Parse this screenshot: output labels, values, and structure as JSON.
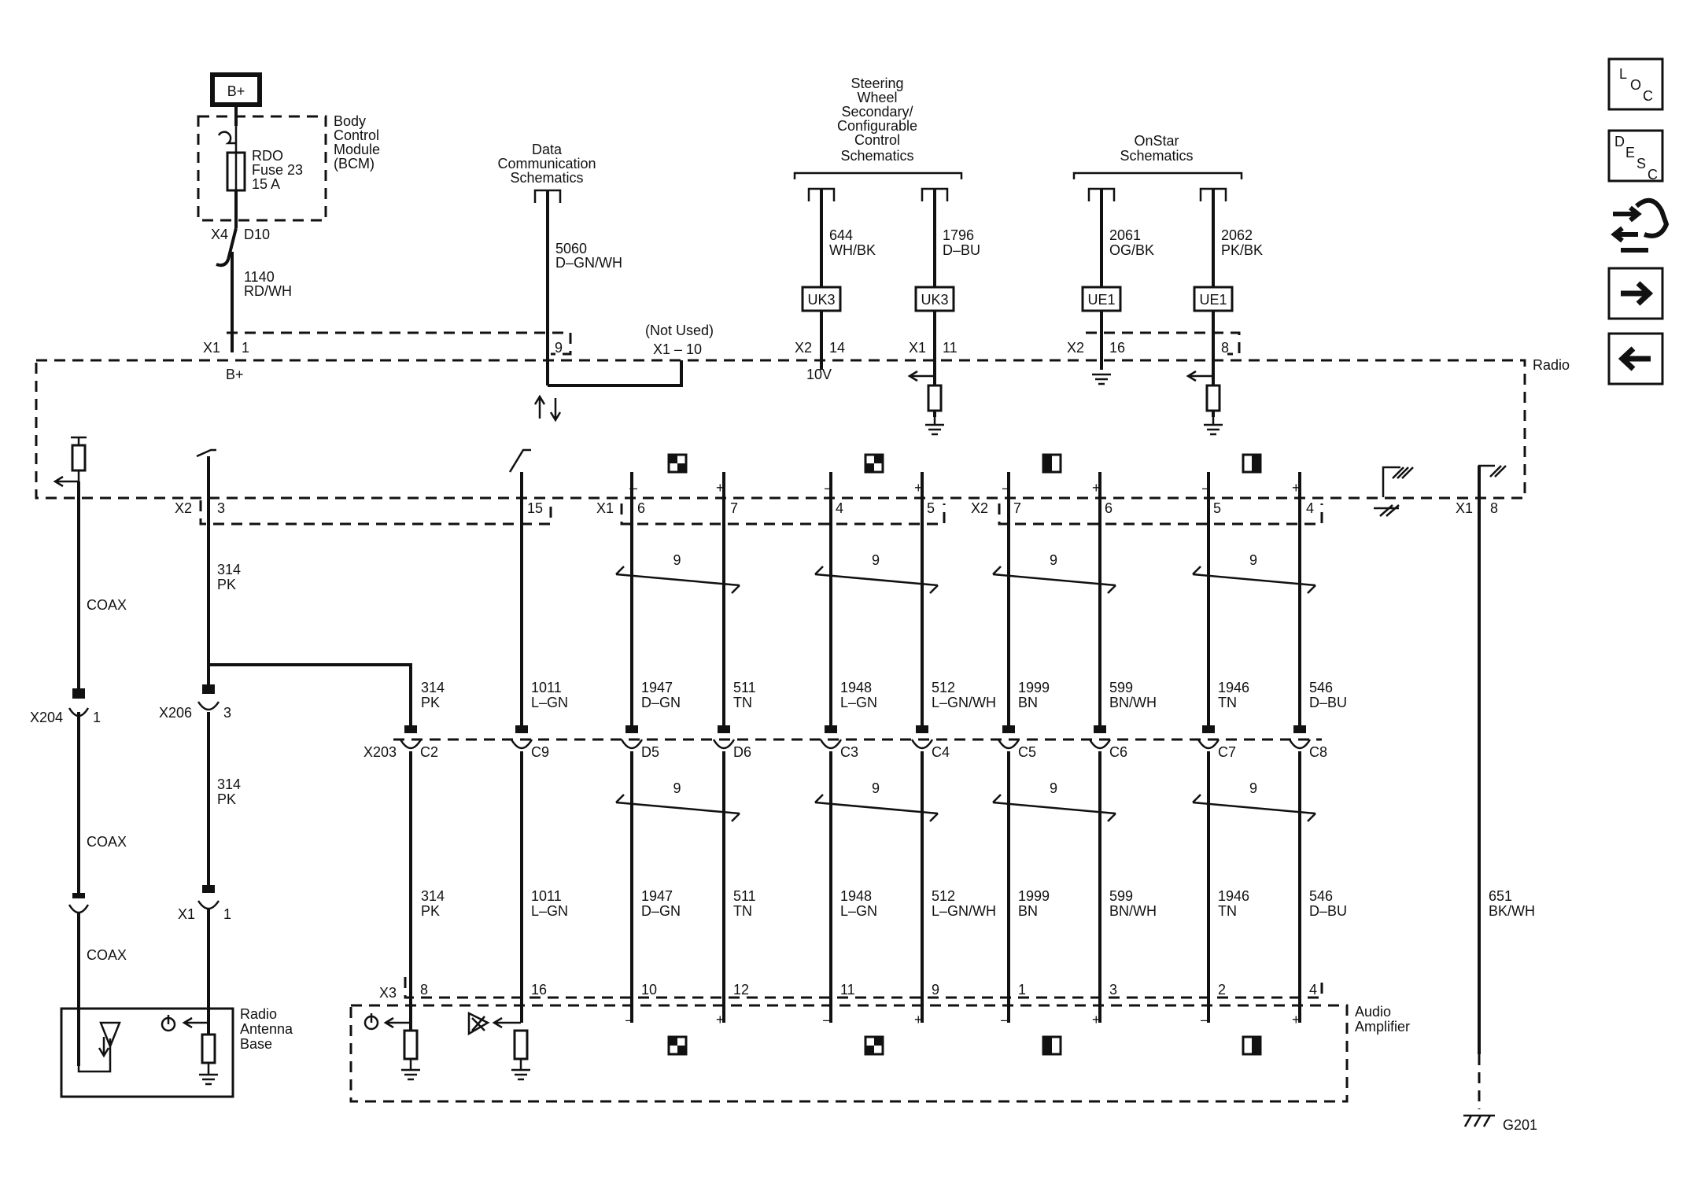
{
  "power": {
    "label": "B+"
  },
  "bcm": {
    "name": [
      "Body",
      "Control",
      "Module",
      "(BCM)"
    ],
    "fuse": [
      "RDO",
      "Fuse 23",
      "15 A"
    ],
    "conn": "X4",
    "pin": "D10",
    "wire": {
      "num": "1140",
      "color": "RD/WH"
    }
  },
  "refs": {
    "data_comm": [
      "Data",
      "Communication",
      "Schematics"
    ],
    "steering": [
      "Steering",
      "Wheel",
      "Secondary/",
      "Configurable",
      "Control",
      "Schematics"
    ],
    "onstar": [
      "OnStar",
      "Schematics"
    ]
  },
  "radio": {
    "label": "Radio",
    "top_pins": {
      "bplus": {
        "conn": "X1",
        "pin": "1",
        "signal": "B+"
      },
      "data": {
        "pin": "9"
      },
      "not_used": {
        "label": "(Not Used)",
        "conn_pin": "X1 – 10"
      },
      "sw644": {
        "conn": "X2",
        "pin": "14",
        "signal": "10V"
      },
      "sw1796": {
        "conn": "X1",
        "pin": "11"
      },
      "on2061": {
        "conn": "X2",
        "pin": "16"
      },
      "on2062": {
        "pin": "8"
      }
    },
    "bottom_pins": {
      "x2": "X2",
      "p3": "3",
      "p15": "15",
      "x1": "X1",
      "p6": "6",
      "p7": "7",
      "p4": "4",
      "p5": "5",
      "x2b": "X2",
      "p7b": "7",
      "p6b": "6",
      "p5b": "5",
      "p4b": "4",
      "x1b": "X1",
      "p8": "8"
    }
  },
  "upper_wires": {
    "w5060": {
      "num": "5060",
      "color": "D–GN/WH"
    },
    "w644": {
      "num": "644",
      "color": "WH/BK",
      "tag": "UK3"
    },
    "w1796": {
      "num": "1796",
      "color": "D–BU",
      "tag": "UK3"
    },
    "w2061": {
      "num": "2061",
      "color": "OG/BK",
      "tag": "UE1"
    },
    "w2062": {
      "num": "2062",
      "color": "PK/BK",
      "tag": "UE1"
    }
  },
  "wires": {
    "coax": "COAX",
    "w314": {
      "num": "314",
      "color": "PK"
    },
    "w1011": {
      "num": "1011",
      "color": "L–GN"
    },
    "w1947": {
      "num": "1947",
      "color": "D–GN"
    },
    "w511": {
      "num": "511",
      "color": "TN"
    },
    "w1948": {
      "num": "1948",
      "color": "L–GN"
    },
    "w512": {
      "num": "512",
      "color": "L–GN/WH"
    },
    "w1999": {
      "num": "1999",
      "color": "BN"
    },
    "w599": {
      "num": "599",
      "color": "BN/WH"
    },
    "w1946": {
      "num": "1946",
      "color": "TN"
    },
    "w546": {
      "num": "546",
      "color": "D–BU"
    },
    "w651": {
      "num": "651",
      "color": "BK/WH"
    },
    "twist": "9"
  },
  "connectors": {
    "x204": {
      "name": "X204",
      "pin": "1"
    },
    "x206": {
      "name": "X206",
      "pin": "3"
    },
    "x203": {
      "name": "X203",
      "pins": [
        "C2",
        "C9",
        "D5",
        "D6",
        "C3",
        "C4",
        "C5",
        "C6",
        "C7",
        "C8"
      ]
    },
    "x1ant": {
      "name": "X1",
      "pin": "1"
    }
  },
  "amplifier": {
    "label": [
      "Audio",
      "Amplifier"
    ],
    "conn": "X3",
    "pins": [
      "8",
      "16",
      "10",
      "12",
      "11",
      "9",
      "1",
      "3",
      "2",
      "4"
    ]
  },
  "antenna": {
    "label": [
      "Radio",
      "Antenna",
      "Base"
    ]
  },
  "ground": {
    "label": "G201"
  },
  "polarity": {
    "minus": "–",
    "plus": "+"
  },
  "nav": {
    "loc": [
      "L",
      "O",
      "C"
    ],
    "desc": [
      "D",
      "E",
      "S",
      "C"
    ]
  }
}
